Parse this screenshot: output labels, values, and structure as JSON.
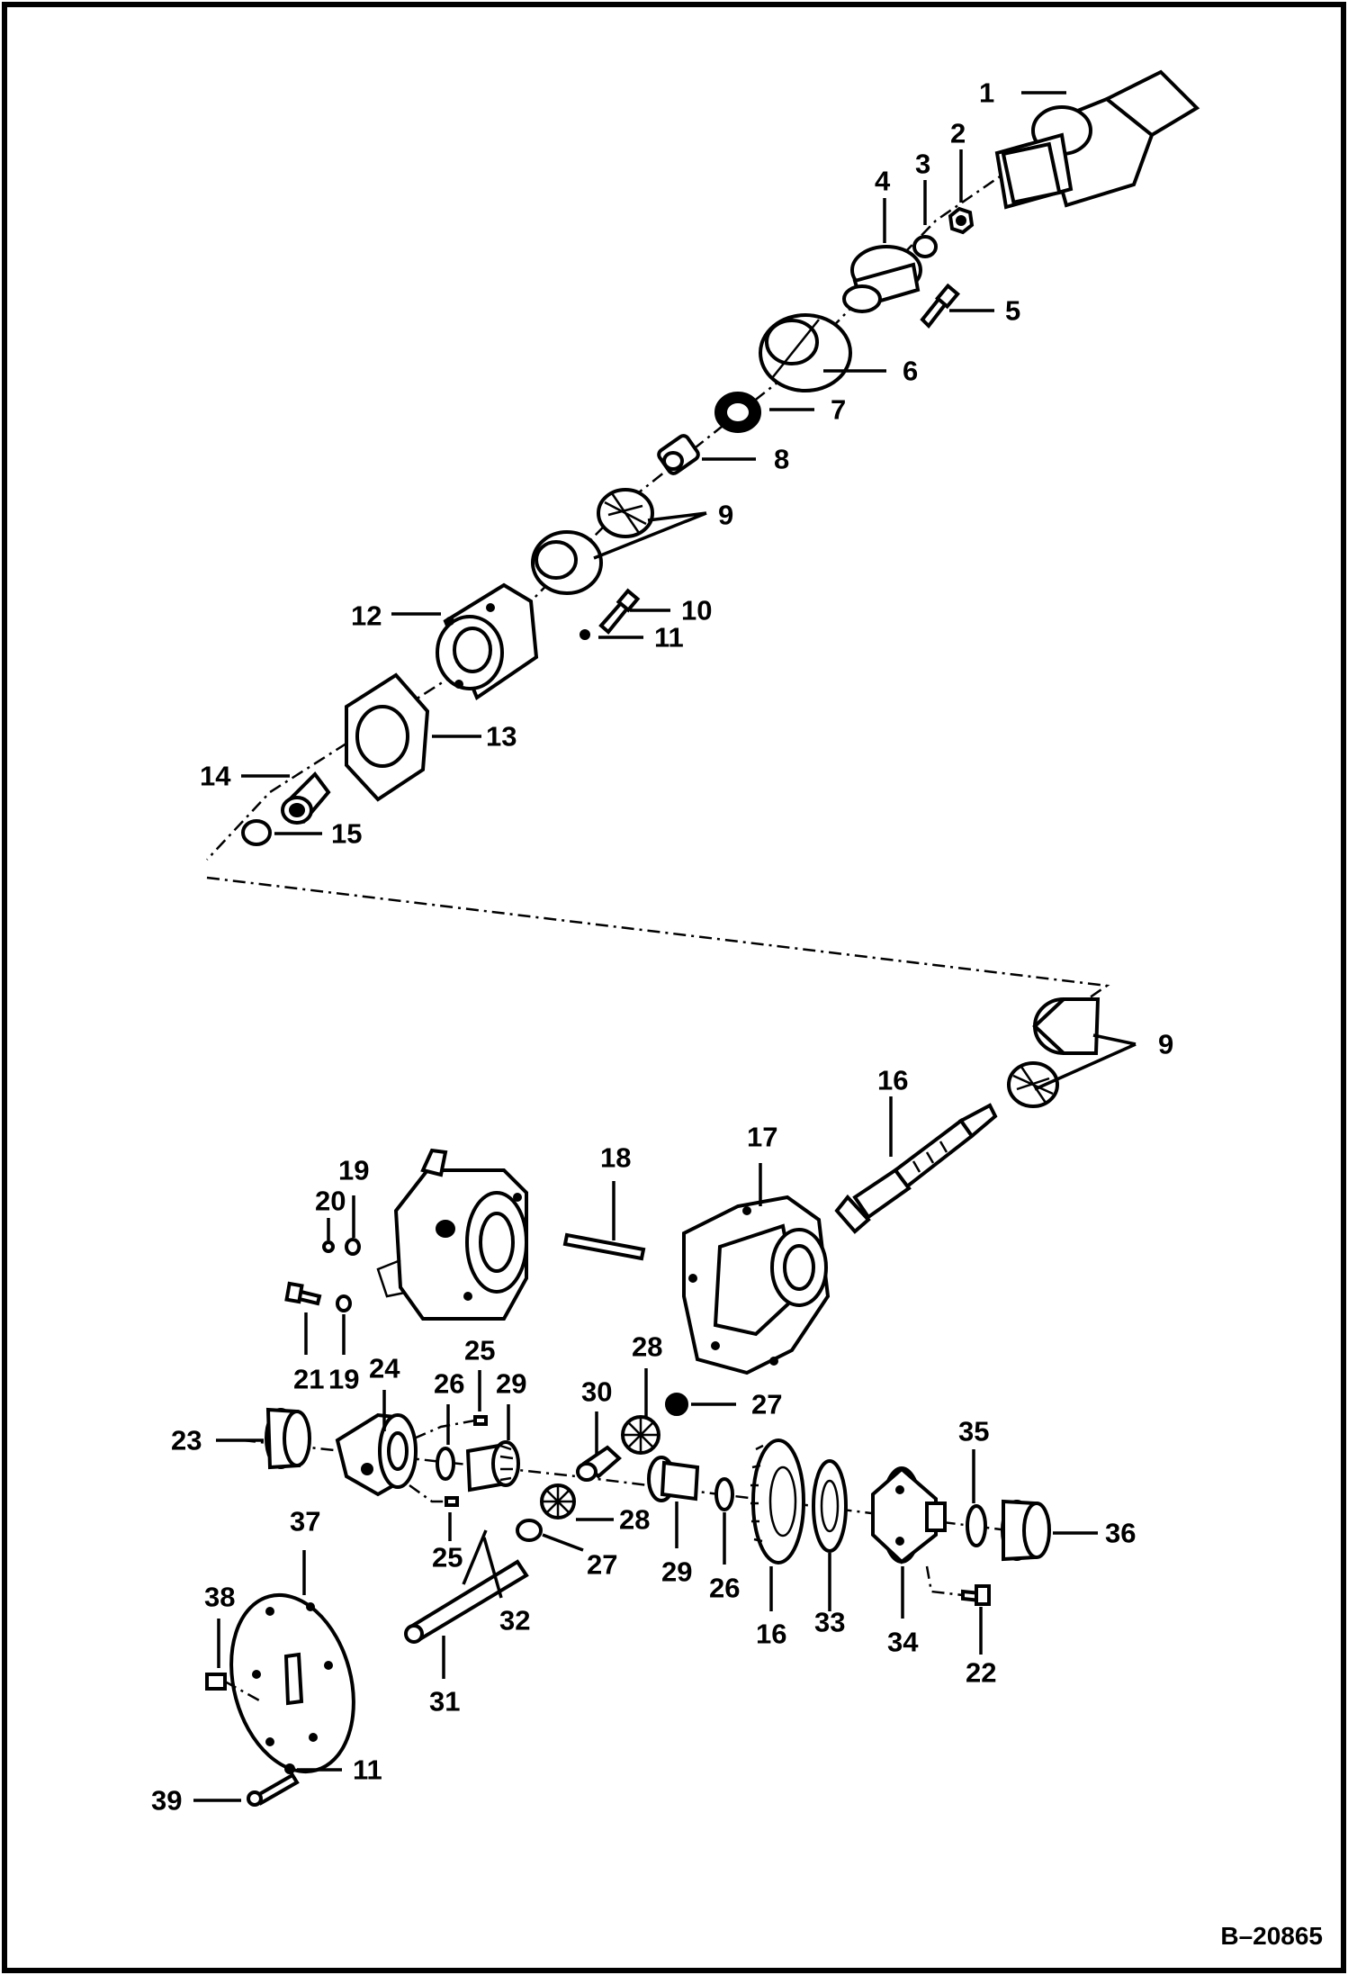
{
  "drawing_code": "B–20865",
  "callouts": [
    {
      "id": "c1",
      "text": "1"
    },
    {
      "id": "c2",
      "text": "2"
    },
    {
      "id": "c3",
      "text": "3"
    },
    {
      "id": "c4",
      "text": "4"
    },
    {
      "id": "c5",
      "text": "5"
    },
    {
      "id": "c6",
      "text": "6"
    },
    {
      "id": "c7",
      "text": "7"
    },
    {
      "id": "c8",
      "text": "8"
    },
    {
      "id": "c9a",
      "text": "9"
    },
    {
      "id": "c10",
      "text": "10"
    },
    {
      "id": "c11a",
      "text": "11"
    },
    {
      "id": "c12",
      "text": "12"
    },
    {
      "id": "c13",
      "text": "13"
    },
    {
      "id": "c14",
      "text": "14"
    },
    {
      "id": "c15",
      "text": "15"
    },
    {
      "id": "c9b",
      "text": "9"
    },
    {
      "id": "c16a",
      "text": "16"
    },
    {
      "id": "c17",
      "text": "17"
    },
    {
      "id": "c18",
      "text": "18"
    },
    {
      "id": "c19a",
      "text": "19"
    },
    {
      "id": "c20",
      "text": "20"
    },
    {
      "id": "c21",
      "text": "21"
    },
    {
      "id": "c19b",
      "text": "19"
    },
    {
      "id": "c24",
      "text": "24"
    },
    {
      "id": "c25a",
      "text": "25"
    },
    {
      "id": "c26a",
      "text": "26"
    },
    {
      "id": "c29a",
      "text": "29"
    },
    {
      "id": "c30",
      "text": "30"
    },
    {
      "id": "c28a",
      "text": "28"
    },
    {
      "id": "c27a",
      "text": "27"
    },
    {
      "id": "c23",
      "text": "23"
    },
    {
      "id": "c35",
      "text": "35"
    },
    {
      "id": "c28b",
      "text": "28"
    },
    {
      "id": "c36",
      "text": "36"
    },
    {
      "id": "c25b",
      "text": "25"
    },
    {
      "id": "c27b",
      "text": "27"
    },
    {
      "id": "c29b",
      "text": "29"
    },
    {
      "id": "c26b",
      "text": "26"
    },
    {
      "id": "c16b",
      "text": "16"
    },
    {
      "id": "c33",
      "text": "33"
    },
    {
      "id": "c34",
      "text": "34"
    },
    {
      "id": "c22",
      "text": "22"
    },
    {
      "id": "c37",
      "text": "37"
    },
    {
      "id": "c38",
      "text": "38"
    },
    {
      "id": "c32",
      "text": "32"
    },
    {
      "id": "c31",
      "text": "31"
    },
    {
      "id": "c39",
      "text": "39"
    },
    {
      "id": "c11b",
      "text": "11"
    }
  ]
}
